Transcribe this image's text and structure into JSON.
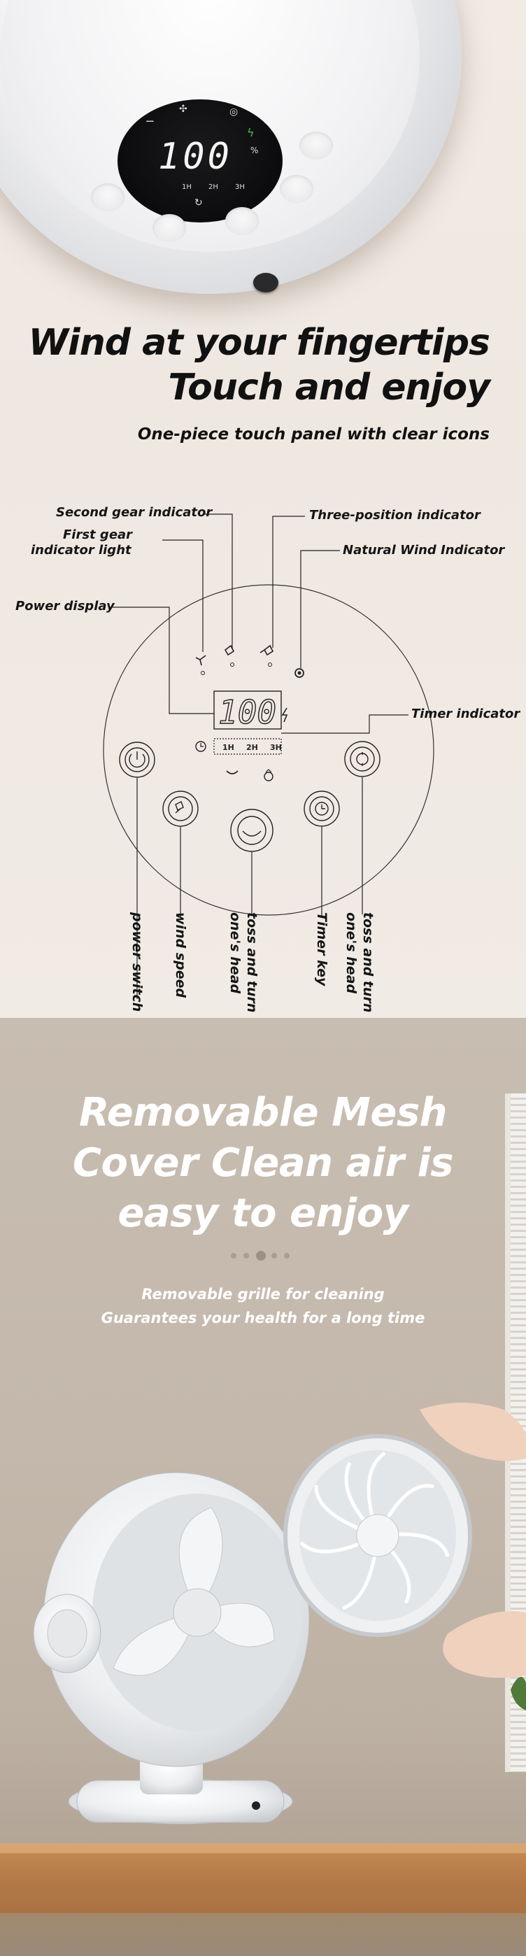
{
  "section1": {
    "title_line1": "Wind at your fingertips",
    "title_line2": "Touch and enjoy",
    "subtitle": "One-piece touch panel with clear icons",
    "photo_display": {
      "digits": "100",
      "unit": "%",
      "timers": [
        "1H",
        "2H",
        "3H"
      ]
    },
    "diagram": {
      "display_digits": "100",
      "timers": [
        "1H",
        "2H",
        "3H"
      ],
      "labels": {
        "second_gear": "Second gear indicator",
        "first_gear_line1": "First gear",
        "first_gear_line2": "indicator light",
        "power_display": "Power display",
        "three_position": "Three-position indicator",
        "natural_wind": "Natural Wind Indicator",
        "timer_indicator": "Timer indicator"
      },
      "bottom_labels": {
        "power_switch": "power switch",
        "wind_speed": "wind speed",
        "toss_turn_1_line1": "toss and turn",
        "toss_turn_1_line2": "one's head",
        "timer_key": "Timer key",
        "toss_turn_2_line1": "toss and turn",
        "toss_turn_2_line2": "one's head"
      }
    },
    "colors": {
      "bolt": "#39c24a",
      "text": "#111111"
    }
  },
  "section2": {
    "title_line1": "Removable Mesh",
    "title_line2": "Cover Clean air is",
    "title_line3": "easy to enjoy",
    "subtitle_line1": "Removable grille for cleaning",
    "subtitle_line2": "Guarantees your health for a long time"
  }
}
